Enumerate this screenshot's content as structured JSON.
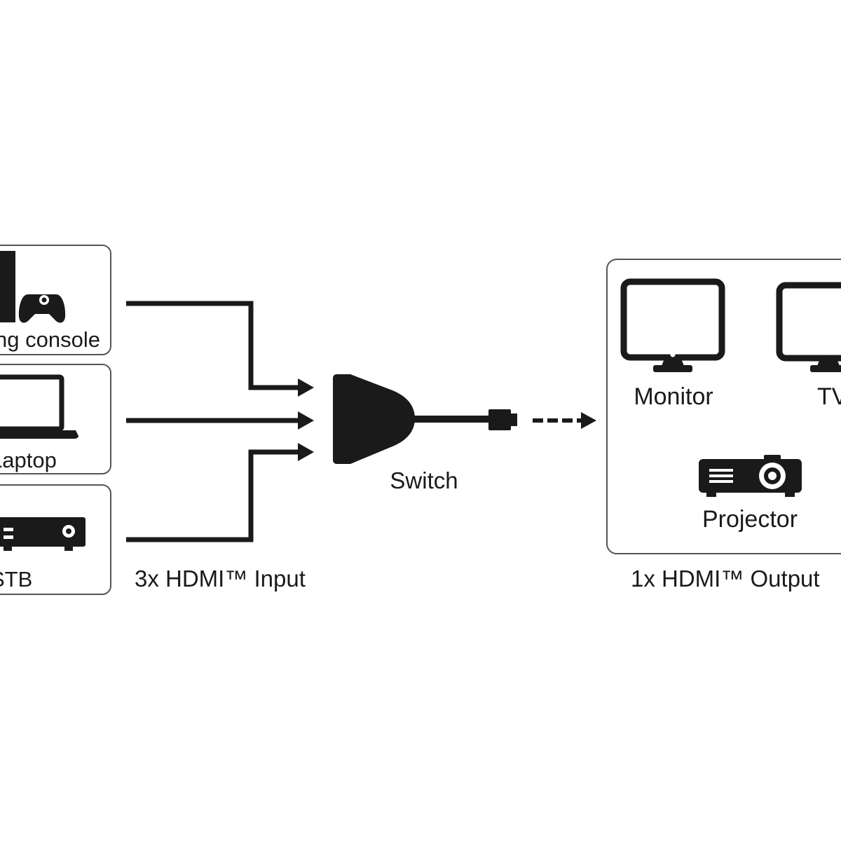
{
  "inputs": [
    {
      "label": "Gaming console",
      "icon": "gaming-console-icon"
    },
    {
      "label": "Laptop",
      "icon": "laptop-icon"
    },
    {
      "label": "STB",
      "icon": "set-top-box-icon"
    }
  ],
  "input_caption": "3x HDMI™ Input",
  "switch_label": "Switch",
  "outputs": [
    {
      "label": "Monitor",
      "icon": "monitor-icon"
    },
    {
      "label": "TV",
      "icon": "tv-icon"
    },
    {
      "label": "Projector",
      "icon": "projector-icon"
    }
  ],
  "output_caption": "1x HDMI™ Output",
  "colors": {
    "ink": "#1a1a1a",
    "box_border": "#555555",
    "background": "#ffffff"
  }
}
